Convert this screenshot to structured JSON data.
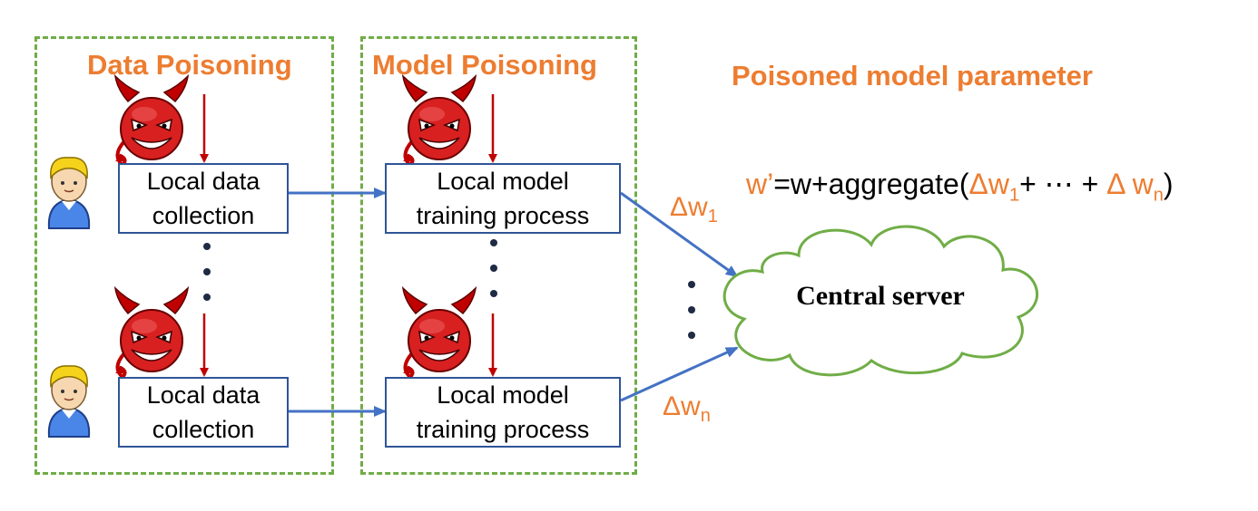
{
  "zones": {
    "data_poisoning": "Data Poisoning",
    "model_poisoning": "Model Poisoning"
  },
  "poisoned_title": "Poisoned model parameter",
  "boxes": {
    "data_top": [
      "Local data",
      "collection"
    ],
    "data_bottom": [
      "Local data",
      "collection"
    ],
    "model_top": [
      "Local model",
      "training process"
    ],
    "model_bottom": [
      "Local model",
      "training process"
    ]
  },
  "formula": {
    "w_prime": "w’",
    "mid": "=w+aggregate(",
    "delta_1": "Δw",
    "sub_1": "1",
    "plus_dots": "+ ⋯ + ",
    "delta_n": "Δ w",
    "sub_n": "n",
    "close": ")"
  },
  "edge_labels": {
    "top": {
      "delta": "Δw",
      "sub": "1"
    },
    "bottom": {
      "delta": "Δw",
      "sub": "n"
    }
  },
  "server_label": "Central server",
  "icons": {
    "attacker": "devil-icon",
    "client": "user-icon",
    "server": "cloud-icon"
  },
  "colors": {
    "accent_orange": "#ed7d31",
    "zone_green": "#70ad47",
    "box_blue": "#2f5597",
    "arrow_blue": "#4472c4",
    "attack_red": "#c00000"
  }
}
